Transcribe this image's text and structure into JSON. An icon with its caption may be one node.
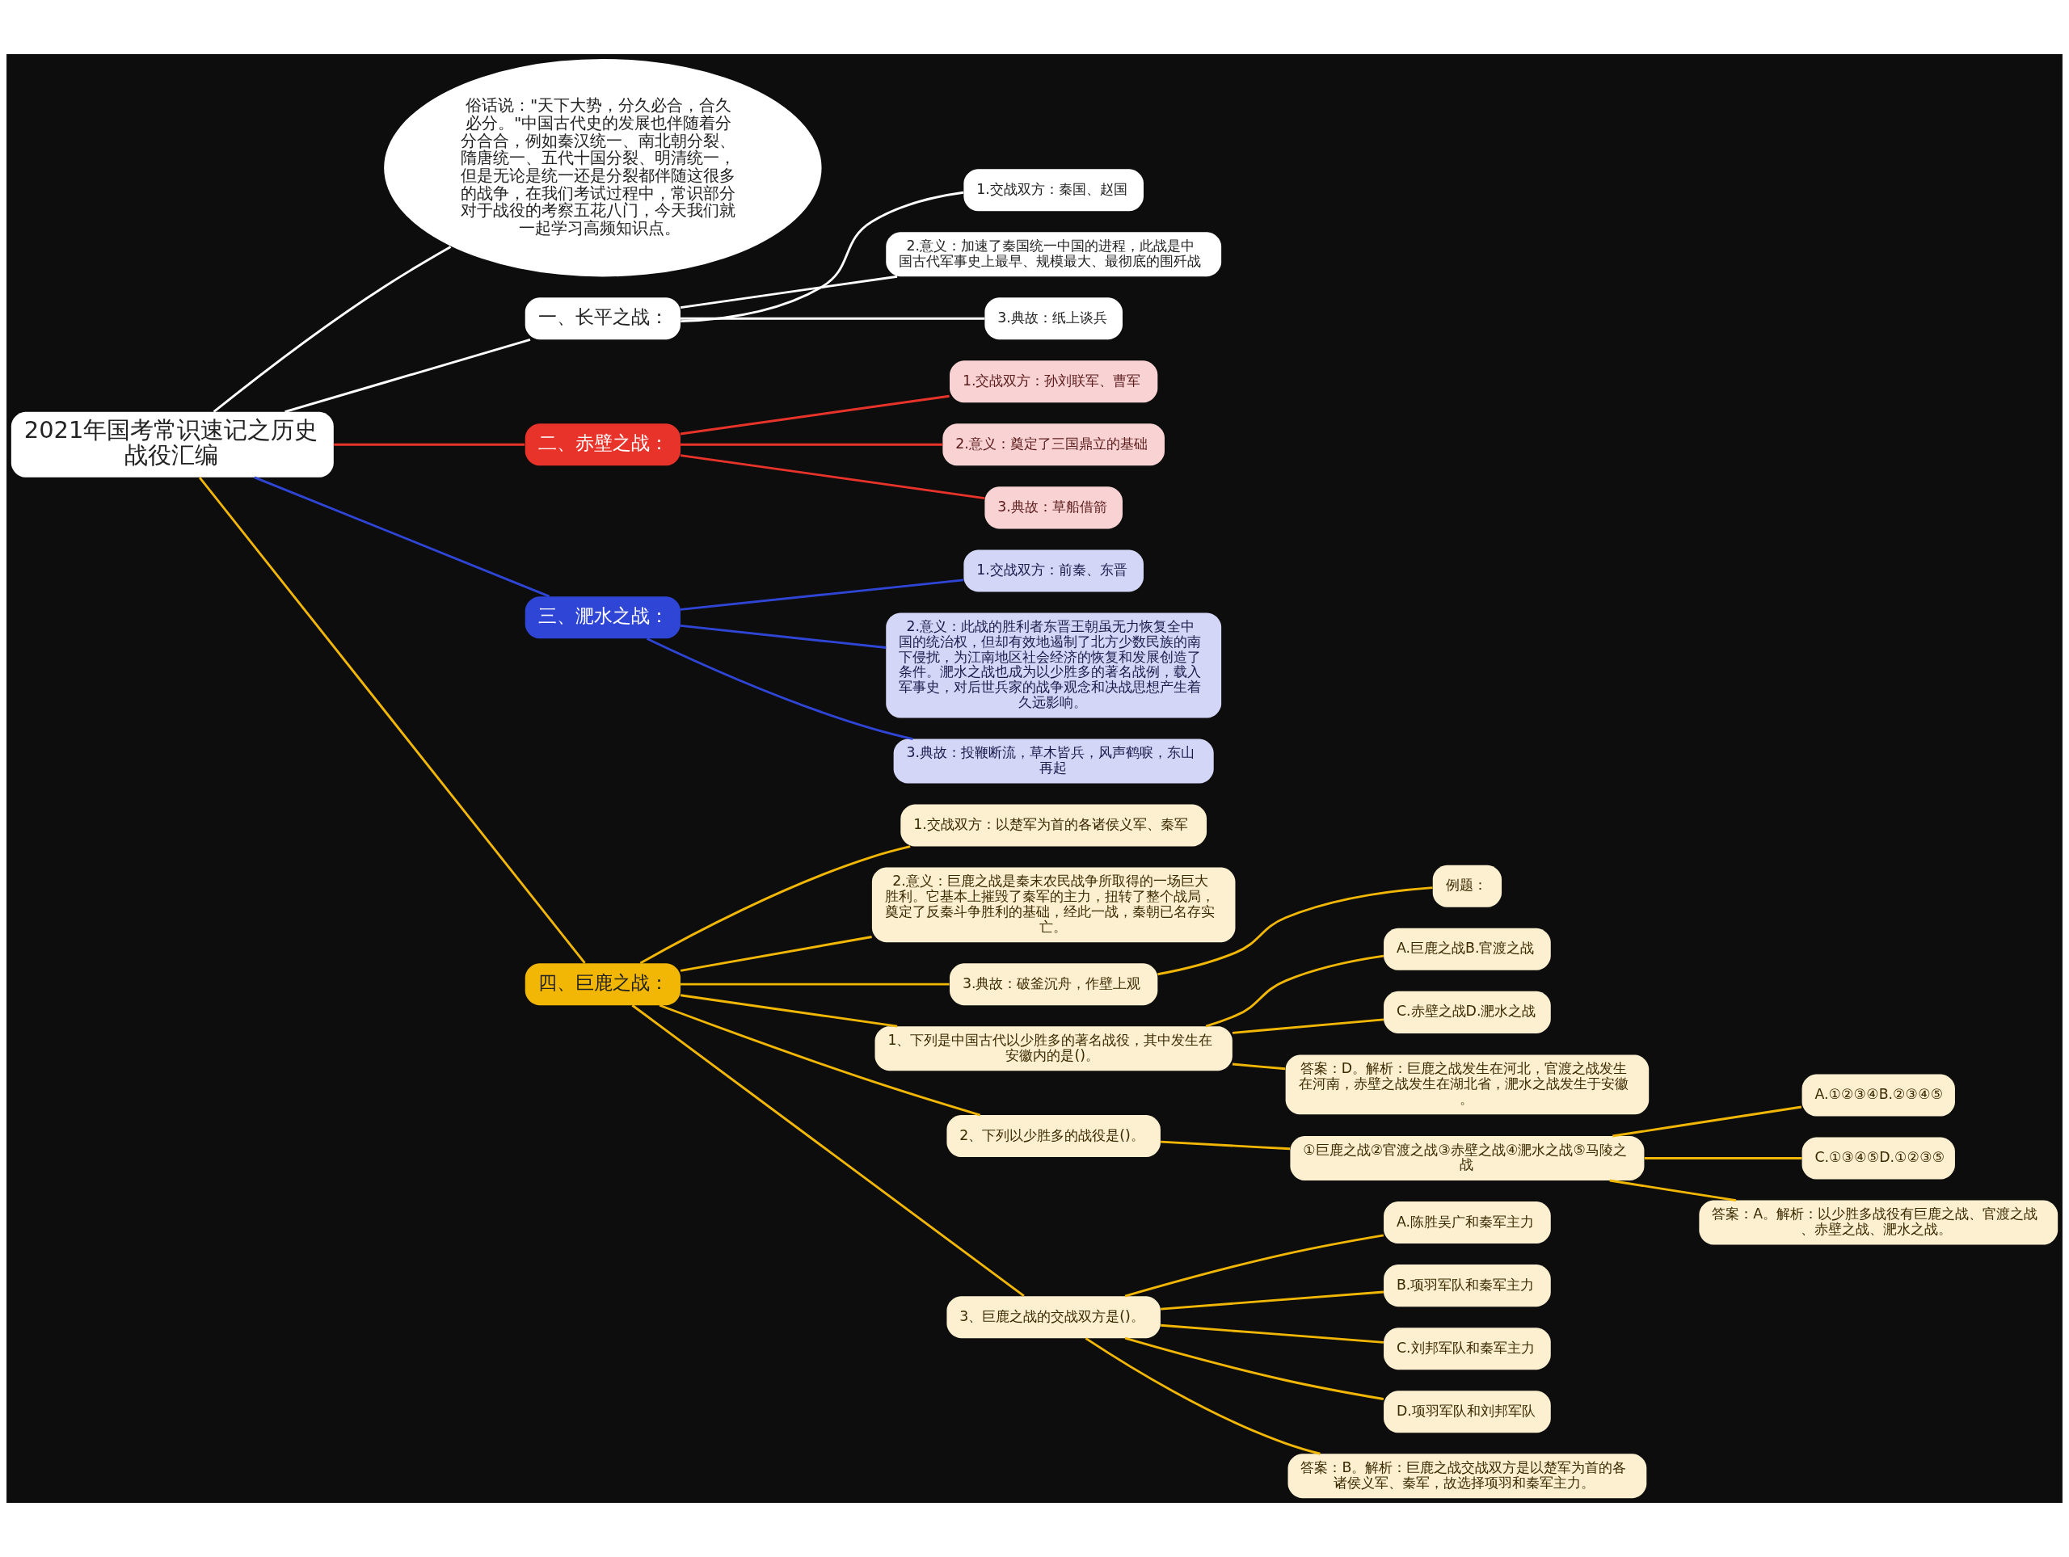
{
  "diagram": {
    "nodes": [
      {
        "text": [
          "2021年国考常识速记之历史战役汇编"
        ]
      },
      {
        "text": [
          "俗话说：\"天下大势，分久必合，合久必分。\"中国古代史的发展也伴随着分分合合，例如秦汉统一、南北朝分裂、隋唐统一、五代十国分裂、明清统一，但是无论是统一还是分裂都伴随这很多的战争，在我们考试过程中，常识部分对于战役的考察五花八门，今天我们就一起学习高频知识点。"
        ]
      },
      {
        "text": [
          "一、长平之战："
        ]
      },
      {
        "text": [
          "1.交战双方：秦国、赵国"
        ]
      },
      {
        "text": [
          "2.意义：加速了秦国统一中国的进程，此战是中国古代军事史上最早、规模最大、最彻底的围歼战"
        ]
      },
      {
        "text": [
          "3.典故：纸上谈兵"
        ]
      },
      {
        "text": [
          "二、赤壁之战："
        ]
      },
      {
        "text": [
          "1.交战双方：孙刘联军、曹军"
        ]
      },
      {
        "text": [
          "2.意义：奠定了三国鼎立的基础"
        ]
      },
      {
        "text": [
          "3.典故：草船借箭"
        ]
      },
      {
        "text": [
          "三、淝水之战："
        ]
      },
      {
        "text": [
          "1.交战双方：前秦、东晋"
        ]
      },
      {
        "text": [
          "2.意义：此战的胜利者东晋王朝虽无力恢复全中国的统治权，但却有效地遏制了北方少数民族的南下侵扰，为江南地区社会经济的恢复和发展创造了条件。淝水之战也成为以少胜多的著名战例，载入军事史，对后世兵家的战争观念和决战思想产生着久远影响。"
        ]
      },
      {
        "text": [
          "3.典故：投鞭断流，草木皆兵，风声鹤唳，东山再起"
        ]
      },
      {
        "text": [
          "四、巨鹿之战："
        ]
      },
      {
        "text": [
          "1.交战双方：以楚军为首的各诸侯义军、秦军"
        ]
      },
      {
        "text": [
          "2.意义：巨鹿之战是秦末农民战争所取得的一场巨大胜利。它基本上摧毁了秦军的主力，扭转了整个战局，奠定了反秦斗争胜利的基础，经此一战，秦朝已名存实亡。"
        ]
      },
      {
        "text": [
          "3.典故：破釜沉舟，作壁上观"
        ]
      },
      {
        "text": [
          "例题："
        ]
      },
      {
        "text": [
          "1、下列是中国古代以少胜多的著名战役，其中发生在安徽内的是()。"
        ]
      },
      {
        "text": [
          "A.巨鹿之战B.官渡之战"
        ]
      },
      {
        "text": [
          "C.赤壁之战D.淝水之战"
        ]
      },
      {
        "text": [
          "答案：D。解析：巨鹿之战发生在河北，官渡之战发生在河南，赤壁之战发生在湖北省，淝水之战发生于安徽。"
        ]
      },
      {
        "text": [
          "2、下列以少胜多的战役是()。"
        ]
      },
      {
        "text": [
          "①巨鹿之战②官渡之战③赤壁之战④淝水之战⑤马陵之战"
        ]
      },
      {
        "text": [
          "A.①②③④B.②③④⑤"
        ]
      },
      {
        "text": [
          "C.①③④⑤D.①②③⑤"
        ]
      },
      {
        "text": [
          "答案：A。解析：以少胜多战役有巨鹿之战、官渡之战、赤壁之战、淝水之战。"
        ]
      },
      {
        "text": [
          "3、巨鹿之战的交战双方是()。"
        ]
      },
      {
        "text": [
          "A.陈胜吴广和秦军主力"
        ]
      },
      {
        "text": [
          "B.项羽军队和秦军主力"
        ]
      },
      {
        "text": [
          "C.刘邦军队和秦军主力"
        ]
      },
      {
        "text": [
          "D.项羽军队和刘邦军队"
        ]
      },
      {
        "text": [
          "答案：B。解析：巨鹿之战交战双方是以楚军为首的各诸侯义军、秦军，故选择项羽和秦军主力。"
        ]
      }
    ],
    "edges": [
      {
        "from": 0,
        "to": 1,
        "arrow": "none",
        "color": "#ffffff"
      },
      {
        "from": 0,
        "to": 2,
        "arrow": "none",
        "color": "#ffffff"
      },
      {
        "from": 2,
        "to": 3,
        "arrow": "none",
        "color": "#ffffff"
      },
      {
        "from": 2,
        "to": 4,
        "arrow": "none",
        "color": "#ffffff"
      },
      {
        "from": 2,
        "to": 5,
        "arrow": "none",
        "color": "#ffffff"
      },
      {
        "from": 0,
        "to": 6,
        "arrow": "none",
        "color": "#e8332a"
      },
      {
        "from": 6,
        "to": 7,
        "arrow": "none",
        "color": "#e8332a"
      },
      {
        "from": 6,
        "to": 8,
        "arrow": "none",
        "color": "#e8332a"
      },
      {
        "from": 6,
        "to": 9,
        "arrow": "none",
        "color": "#e8332a"
      },
      {
        "from": 0,
        "to": 10,
        "arrow": "none",
        "color": "#2f45d6"
      },
      {
        "from": 10,
        "to": 11,
        "arrow": "none",
        "color": "#2f45d6"
      },
      {
        "from": 10,
        "to": 12,
        "arrow": "none",
        "color": "#2f45d6"
      },
      {
        "from": 10,
        "to": 13,
        "arrow": "none",
        "color": "#2f45d6"
      },
      {
        "from": 0,
        "to": 14,
        "arrow": "none"
      },
      {
        "from": 14,
        "to": 15,
        "arrow": "none"
      },
      {
        "from": 14,
        "to": 16,
        "arrow": "none"
      },
      {
        "from": 14,
        "to": 17,
        "arrow": "none"
      },
      {
        "from": 17,
        "to": 18,
        "arrow": "none"
      },
      {
        "from": 14,
        "to": 19,
        "arrow": "none"
      },
      {
        "from": 19,
        "to": 20,
        "arrow": "none"
      },
      {
        "from": 19,
        "to": 21,
        "arrow": "none"
      },
      {
        "from": 19,
        "to": 22,
        "arrow": "none"
      },
      {
        "from": 14,
        "to": 23,
        "arrow": "none"
      },
      {
        "from": 23,
        "to": 24,
        "arrow": "none"
      },
      {
        "from": 24,
        "to": 25,
        "arrow": "none"
      },
      {
        "from": 24,
        "to": 26,
        "arrow": "none"
      },
      {
        "from": 24,
        "to": 27,
        "arrow": "none"
      },
      {
        "from": 14,
        "to": 28,
        "arrow": "none"
      },
      {
        "from": 28,
        "to": 29,
        "arrow": "none"
      },
      {
        "from": 28,
        "to": 30,
        "arrow": "none"
      },
      {
        "from": 28,
        "to": 31,
        "arrow": "none"
      },
      {
        "from": 28,
        "to": 32,
        "arrow": "none"
      },
      {
        "from": 28,
        "to": 33,
        "arrow": "none"
      }
    ]
  }
}
